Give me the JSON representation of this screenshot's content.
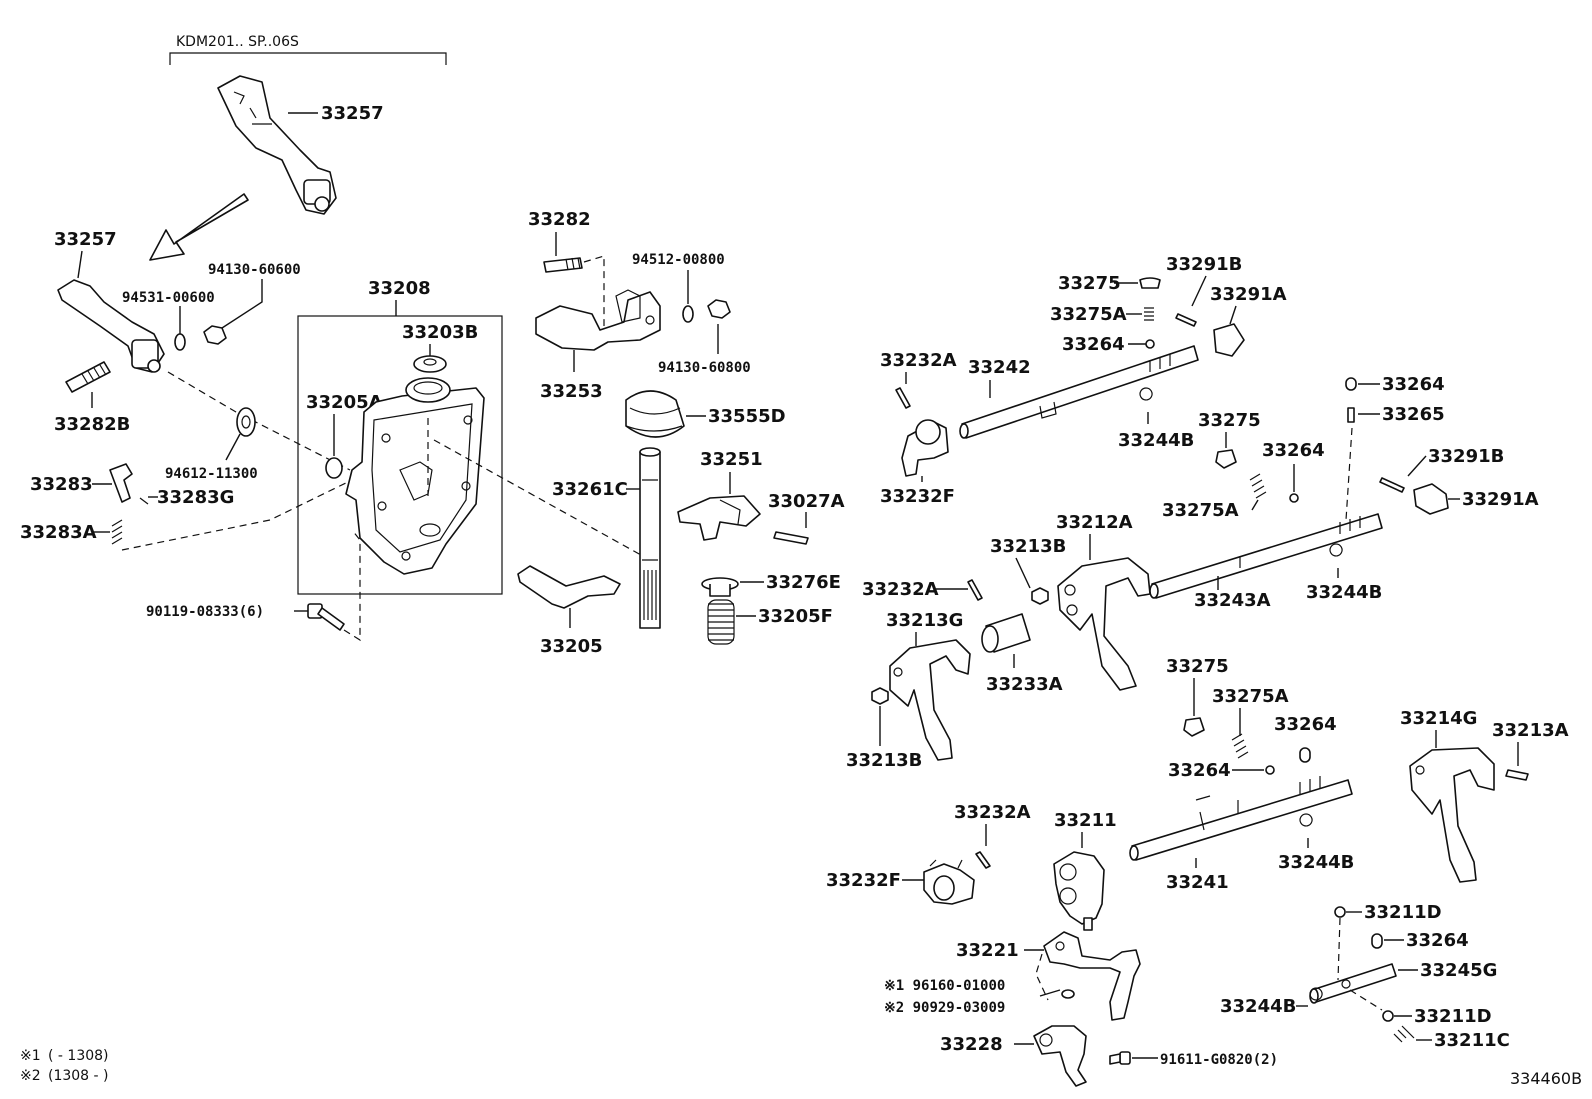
{
  "diagram": {
    "variant_label": "KDM201.. SP..06S",
    "reference_code": "334460B",
    "footnotes": [
      {
        "mark": "※1",
        "text": "(        - 1308)"
      },
      {
        "mark": "※2",
        "text": "(1308 -        )"
      }
    ],
    "callouts": {
      "c_33257_top": "33257",
      "c_33257": "33257",
      "c_94130_60600": "94130-60600",
      "c_94531_00600": "94531-00600",
      "c_33282B": "33282B",
      "c_33208": "33208",
      "c_33203B": "33203B",
      "c_33205A": "33205A",
      "c_94612_11300": "94612-11300",
      "c_33283": "33283",
      "c_33283G": "33283G",
      "c_33283A": "33283A",
      "c_90119_08333": "90119-08333(6)",
      "c_33282": "33282",
      "c_94512_00800": "94512-00800",
      "c_33253": "33253",
      "c_94130_60800": "94130-60800",
      "c_33555D": "33555D",
      "c_33261C": "33261C",
      "c_33251": "33251",
      "c_33027A": "33027A",
      "c_33276E": "33276E",
      "c_33205F": "33205F",
      "c_33205": "33205",
      "c_33275_a": "33275",
      "c_33291B_a": "33291B",
      "c_33275A_a": "33275A",
      "c_33291A_a": "33291A",
      "c_33264_a": "33264",
      "c_33232A_a": "33232A",
      "c_33242": "33242",
      "c_33244B_a": "33244B",
      "c_33232F_a": "33232F",
      "c_33264_b": "33264",
      "c_33265": "33265",
      "c_33275_b": "33275",
      "c_33264_c": "33264",
      "c_33291B_b": "33291B",
      "c_33275A_b": "33275A",
      "c_33291A_b": "33291A",
      "c_33212A": "33212A",
      "c_33213B_a": "33213B",
      "c_33232A_b": "33232A",
      "c_33243A": "33243A",
      "c_33244B_b": "33244B",
      "c_33213G": "33213G",
      "c_33233A": "33233A",
      "c_33213B_b": "33213B",
      "c_33275_c": "33275",
      "c_33275A_c": "33275A",
      "c_33264_d": "33264",
      "c_33214G": "33214G",
      "c_33213A": "33213A",
      "c_33264_e": "33264",
      "c_33232A_c": "33232A",
      "c_33211": "33211",
      "c_33244B_c": "33244B",
      "c_33241": "33241",
      "c_33232F_b": "33232F",
      "c_33211D_a": "33211D",
      "c_33264_f": "33264",
      "c_33221": "33221",
      "c_33245G": "33245G",
      "c_196160": "※1 96160-01000",
      "c_290929": "※2 90929-03009",
      "c_33244B_d": "33244B",
      "c_33211D_b": "33211D",
      "c_33211C": "33211C",
      "c_33228": "33228",
      "c_91611": "91611-G0820(2)"
    }
  }
}
